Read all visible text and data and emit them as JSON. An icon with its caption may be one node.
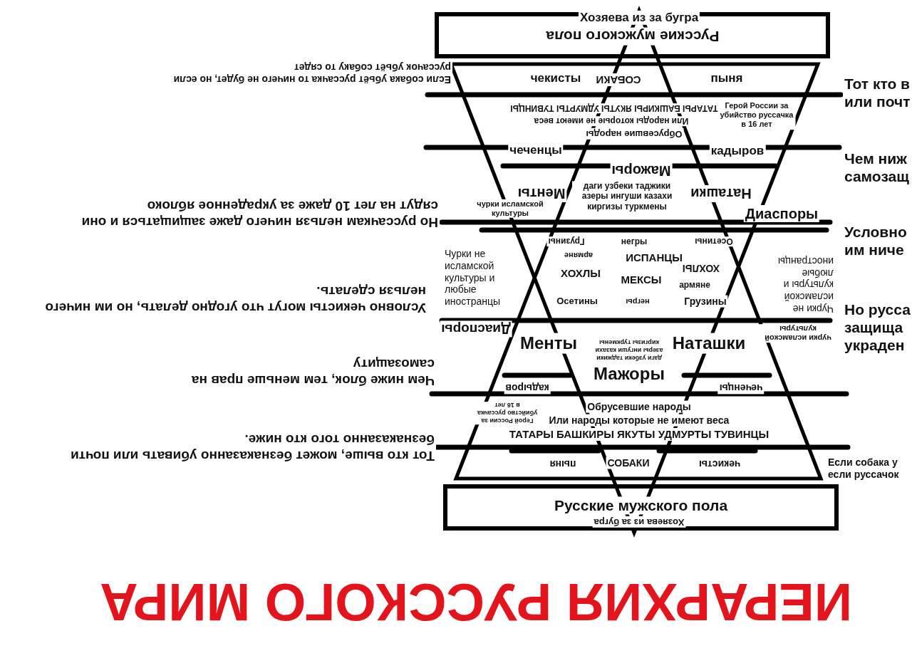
{
  "diagram": {
    "title": "ИЕРАРХИЯ РУССКОГО МИРА",
    "nodes": [
      {
        "text": [
          "Русские мужского пола"
        ]
      },
      {
        "text": [
          "Русские мужского пола"
        ]
      }
    ],
    "labels": [
      "Хозяева из за бугра",
      "Если собака убьёт руссачка то ничего не будет, но если руссачок убьёт собаку то сядет",
      "чекисты",
      "СОБАКИ",
      "пыня",
      "Тот кто в или почт",
      "ТАТАРЫ БАШКИРЫ ЯКУТЫ УДМУРТЫ ТУВИНЦЫ",
      "Или народы которые не имеют веса",
      "Обрусевшие народы",
      "Герой России за убийство руссачка в 16 лет",
      "чеченцы",
      "кадыров",
      "Чем ниж самозащ",
      "Мажоры",
      "даги узбеки таджики азеры ингуши казахи киргизы туркмены",
      "Менты",
      "Наташки",
      "Но руссачкам нельзя ничего даже защищаться и они сядут на лет 10 даже за украденное яблоко",
      "чурки исламской культуры",
      "Диаспоры",
      "Условно им ниче",
      "Грузины",
      "негры",
      "Осетины",
      "Чурки не исламской культуры и любые иностранцы",
      "армяне",
      "ИСПАНЦЫ",
      "ХОХЛЫ",
      "ХОХЛЫ",
      "МЕКСЫ",
      "Чурки не исламской культуры и любые иностранцы",
      "армяне",
      "Условно чекисты могут что угодно делать, но им ничего нельзя сделать.",
      "Осетины",
      "негры",
      "Грузины",
      "Но русса защища украден",
      "Диаспоры",
      "даги узбеки таджики азеры ингуши казахи киргизы туркмены",
      "чурки исламской культуры",
      "Менты",
      "Наташки",
      "Чем ниже блок, тем меньше прав на самозащиту",
      "Мажоры",
      "кадыров",
      "чеченцы",
      "Герой России за убийство руссачка в 16 лет",
      "Обрусевшие народы",
      "Или народы которые не имеют веса",
      "ТАТАРЫ БАШКИРЫ ЯКУТЫ УДМУРТЫ ТУВИНЦЫ",
      "Тот кто выше, может безнаказанно убивать или почти безнаказанно того кто ниже.",
      "пыня",
      "СОБАКИ",
      "чекисты",
      "Если собака у если руссачок",
      "Хозяева из за бугра"
    ]
  }
}
